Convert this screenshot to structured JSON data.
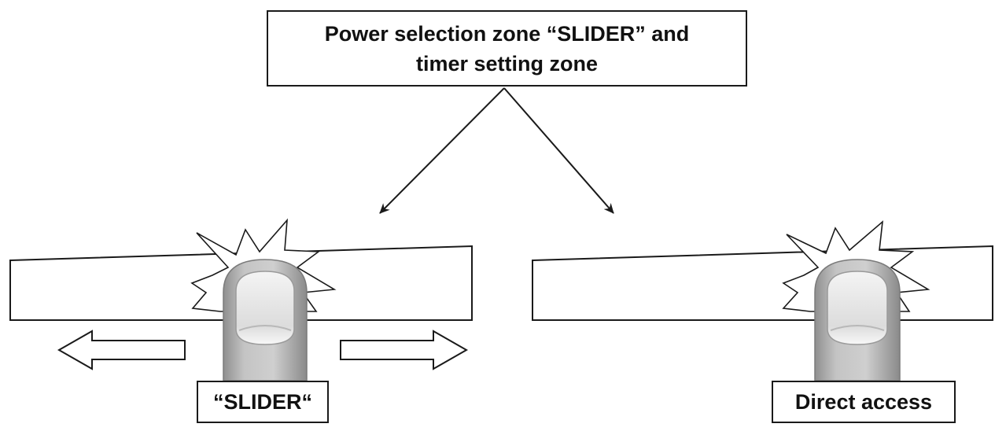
{
  "title": {
    "line1": "Power selection zone “SLIDER” and",
    "line2": "timer setting zone"
  },
  "left_panel": {
    "label": "“SLIDER“",
    "gesture": "slide",
    "arrows": [
      "arrow-left-icon",
      "arrow-right-icon"
    ]
  },
  "right_panel": {
    "label": "Direct access",
    "gesture": "tap"
  },
  "colors": {
    "line": "#1a1a1a",
    "panel_fill": "#ffffff",
    "finger_skin": "#bdbdbd",
    "finger_shadow": "#8a8a8a",
    "nail": "#e6e6e6"
  },
  "icons": {
    "finger": "finger-icon",
    "burst": "starburst-icon"
  }
}
